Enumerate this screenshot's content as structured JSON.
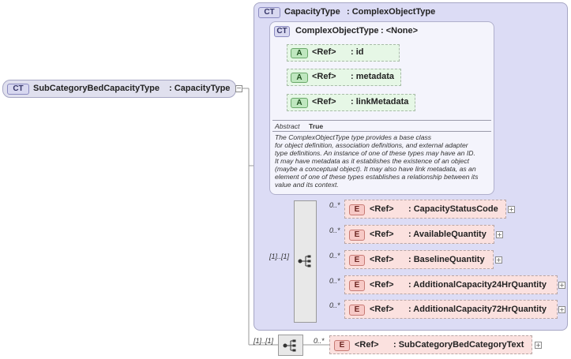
{
  "root": {
    "badge": "CT",
    "name": "SubCategoryBedCapacityType",
    "base": ": CapacityType"
  },
  "capacity": {
    "badge": "CT",
    "name": "CapacityType",
    "base": ": ComplexObjectType"
  },
  "complex": {
    "badge": "CT",
    "name": "ComplexObjectType",
    "base": ": <None>",
    "attributes": [
      {
        "badge": "A",
        "ref": "<Ref>",
        "name": ": id"
      },
      {
        "badge": "A",
        "ref": "<Ref>",
        "name": ": metadata"
      },
      {
        "badge": "A",
        "ref": "<Ref>",
        "name": ": linkMetadata"
      }
    ],
    "abstract_label": "Abstract",
    "abstract_value": "True",
    "description": [
      "The ComplexObjectType type provides a base class",
      "for object definition, association definitions, and external adapter",
      "type definitions. An instance of one of these types may have an ID.",
      "It may have metadata as it establishes the existence of an object",
      "(maybe a conceptual object). It may also have link metadata, as an",
      "element of one of these types establishes a relationship between its",
      "value and its context."
    ]
  },
  "capacity_sequence": {
    "occurrence": "[1]..[1]",
    "elements": [
      {
        "badge": "E",
        "occ": "0..*",
        "ref": "<Ref>",
        "name": ": CapacityStatusCode"
      },
      {
        "badge": "E",
        "occ": "0..*",
        "ref": "<Ref>",
        "name": ": AvailableQuantity"
      },
      {
        "badge": "E",
        "occ": "0..*",
        "ref": "<Ref>",
        "name": ": BaselineQuantity"
      },
      {
        "badge": "E",
        "occ": "0..*",
        "ref": "<Ref>",
        "name": ": AdditionalCapacity24HrQuantity"
      },
      {
        "badge": "E",
        "occ": "0..*",
        "ref": "<Ref>",
        "name": ": AdditionalCapacity72HrQuantity"
      }
    ]
  },
  "root_sequence": {
    "occurrence": "[1]..[1]",
    "elements": [
      {
        "badge": "E",
        "occ": "0..*",
        "ref": "<Ref>",
        "name": ": SubCategoryBedCategoryText"
      }
    ]
  },
  "colors": {
    "ct_box": "#dcdcf5",
    "ct_inner": "#f4f4fc",
    "attribute": "#e6f7e6",
    "element": "#fbe1df"
  }
}
